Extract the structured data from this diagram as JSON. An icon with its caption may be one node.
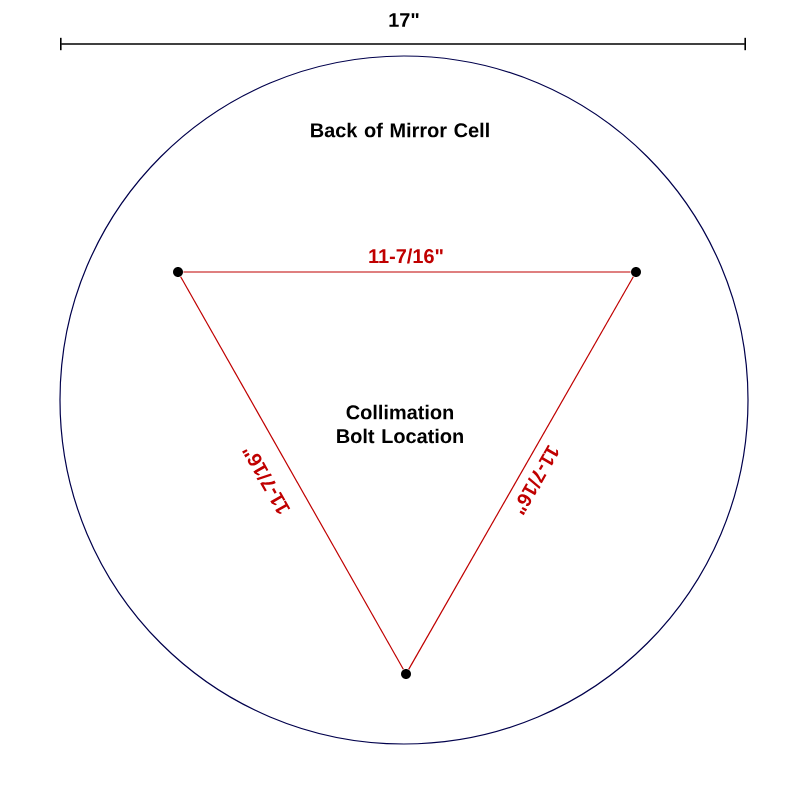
{
  "diagram": {
    "nodes": [
      {
        "text": [
          "Back of Mirror Cell",
          "Collimation Bolt Location"
        ]
      },
      {
        "text": [],
        "shape": "circle",
        "in": 0
      },
      {
        "text": [],
        "shape": "circle",
        "in": 0
      },
      {
        "text": [],
        "shape": "circle",
        "in": 0
      }
    ],
    "edges": [
      {
        "from": 1,
        "to": 2,
        "arrow": "none",
        "label": "11-7/16\""
      },
      {
        "from": 1,
        "to": 3,
        "arrow": "none",
        "label": "11-7/16\""
      },
      {
        "from": 2,
        "to": 3,
        "arrow": "none",
        "label": "11-7/16\""
      }
    ],
    "labels": [
      "17\""
    ]
  }
}
